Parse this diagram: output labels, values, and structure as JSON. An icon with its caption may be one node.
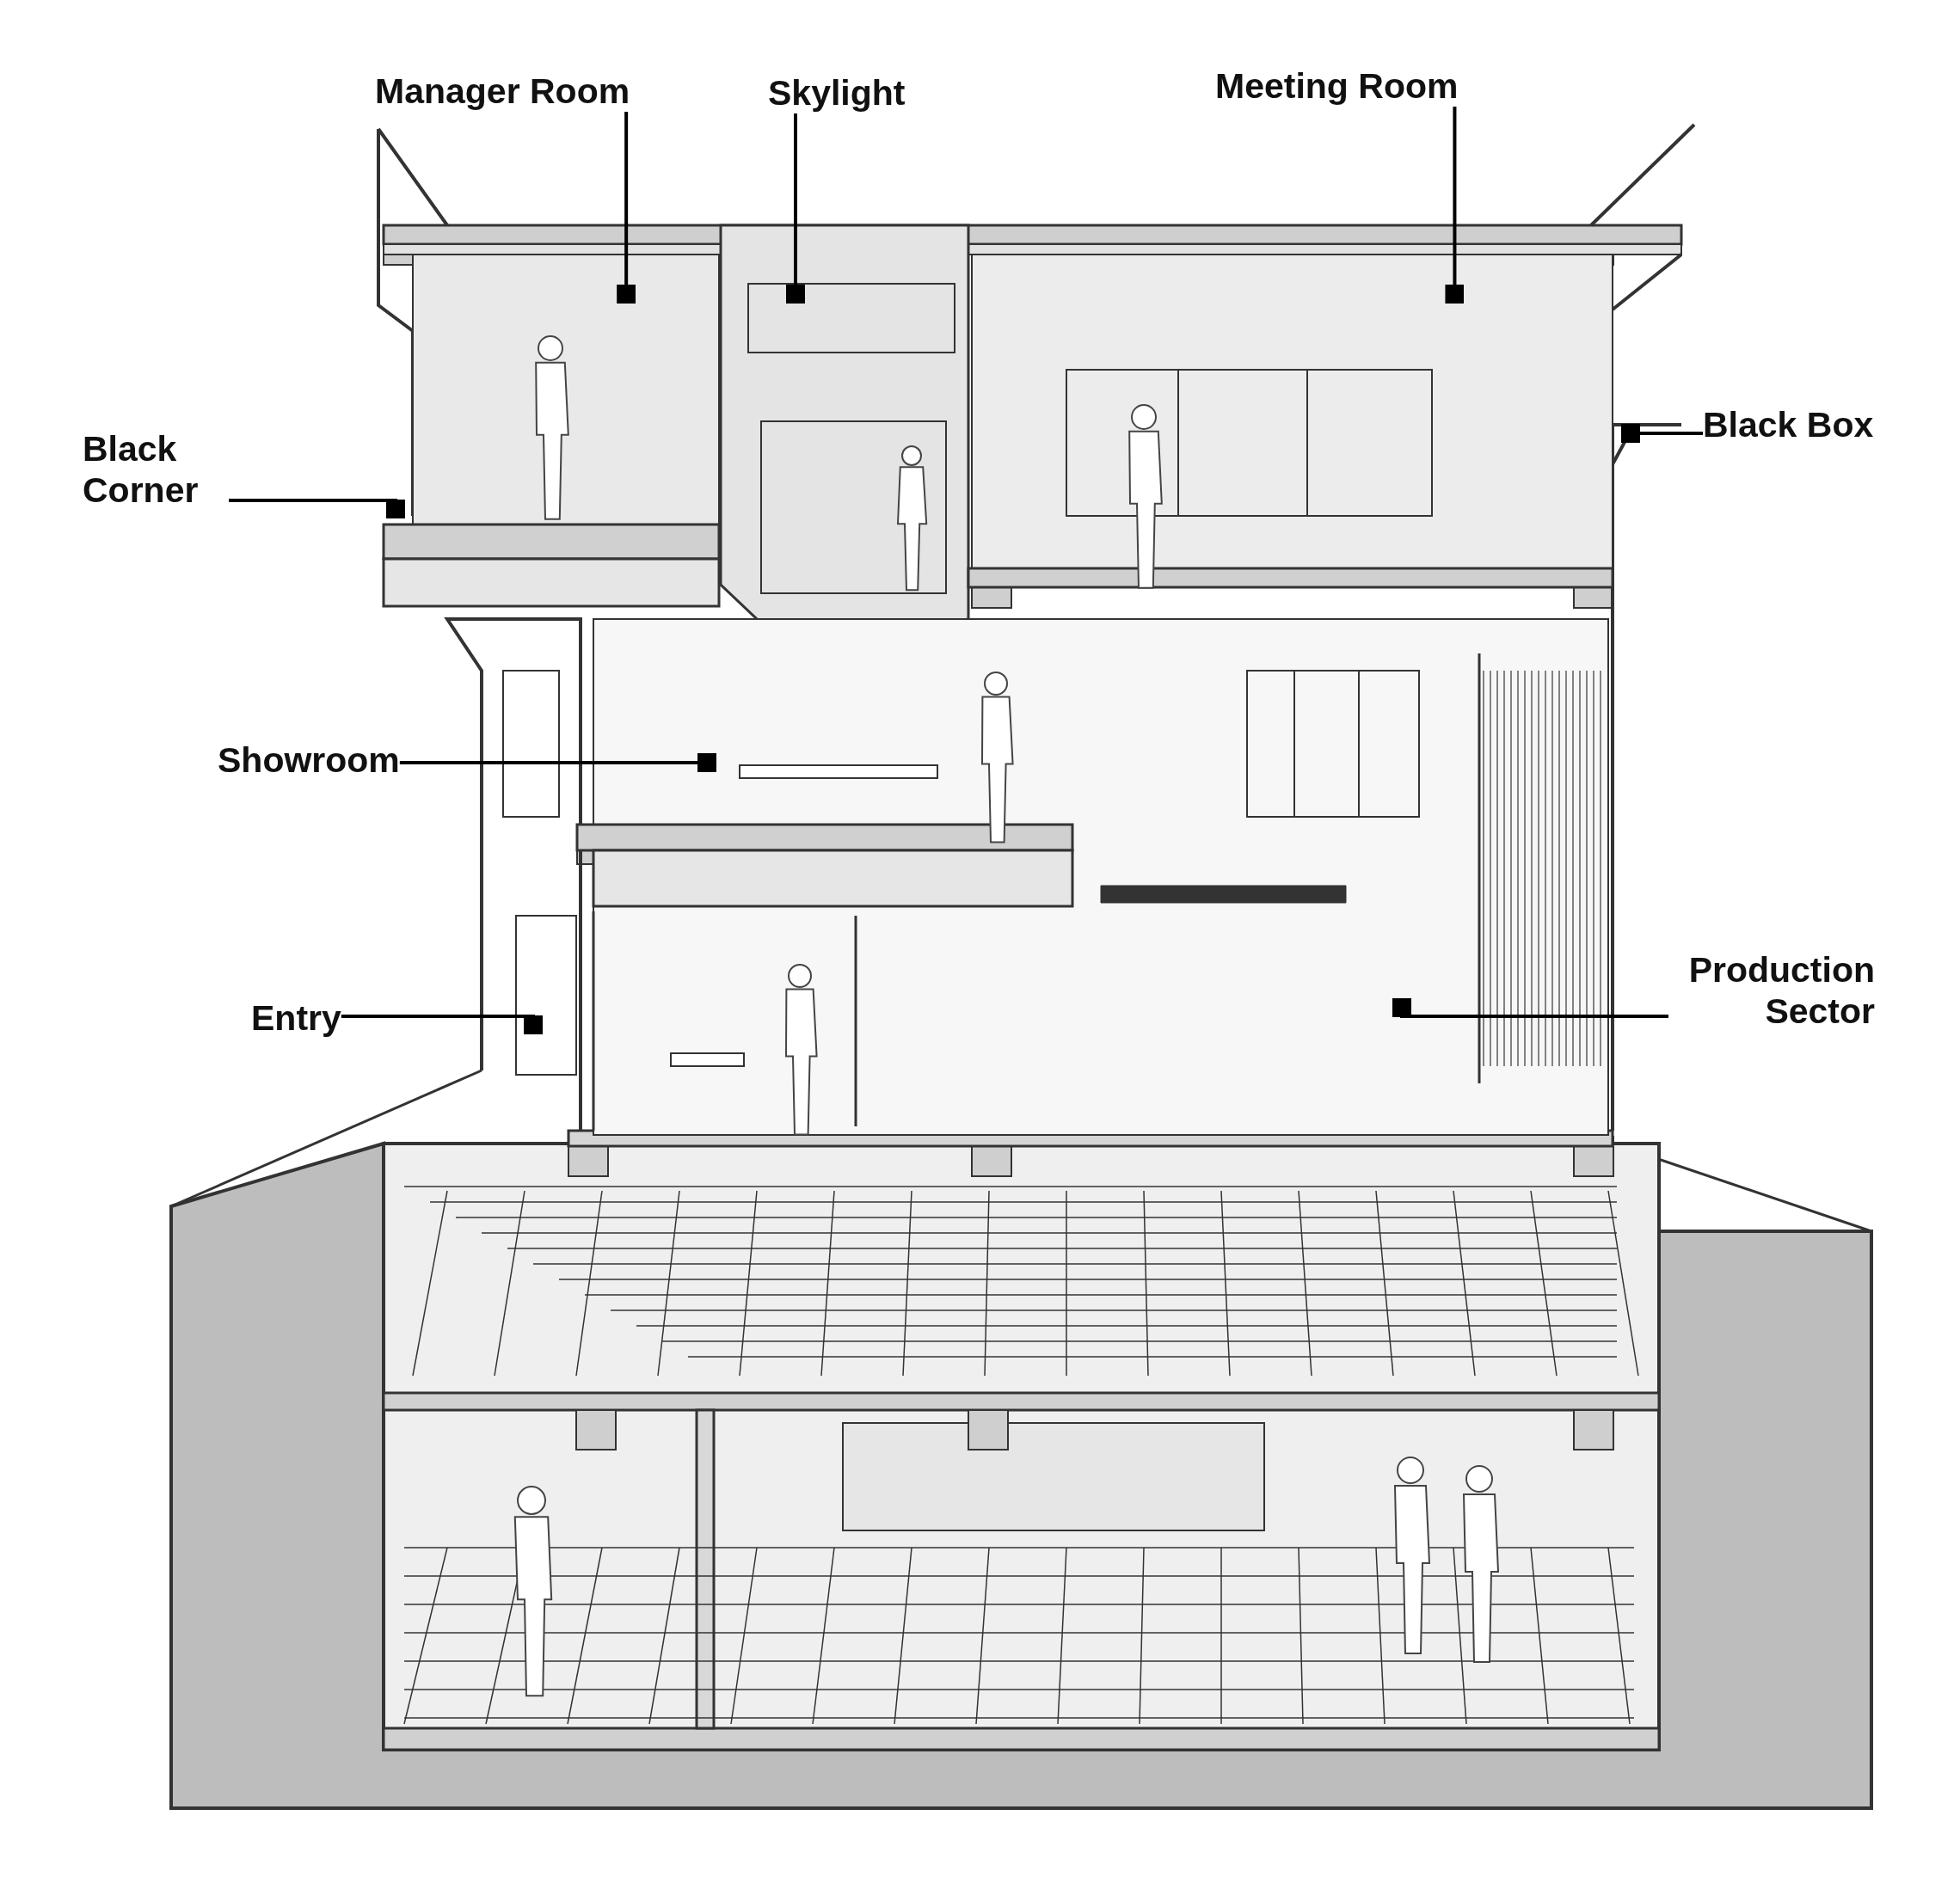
{
  "diagram": {
    "nodes": [
      {
        "text": [
          "Manager Room"
        ]
      },
      {
        "text": [
          "Skylight"
        ]
      },
      {
        "text": [
          "Meeting Room"
        ]
      },
      {
        "text": [
          "Black Box"
        ]
      },
      {
        "text": [
          "Black Corner"
        ]
      },
      {
        "text": [
          "Showroom"
        ]
      },
      {
        "text": [
          "Entry"
        ]
      },
      {
        "text": [
          "Production Sector"
        ]
      }
    ],
    "edges": [
      {
        "from": 0,
        "to": null,
        "arrow": "other"
      },
      {
        "from": 1,
        "to": null,
        "arrow": "other"
      },
      {
        "from": 2,
        "to": null,
        "arrow": "other"
      },
      {
        "from": 3,
        "to": null,
        "arrow": "other"
      },
      {
        "from": 4,
        "to": null,
        "arrow": "other"
      },
      {
        "from": 5,
        "to": null,
        "arrow": "other"
      },
      {
        "from": 6,
        "to": null,
        "arrow": "other"
      },
      {
        "from": 7,
        "to": null,
        "arrow": "other"
      }
    ]
  }
}
